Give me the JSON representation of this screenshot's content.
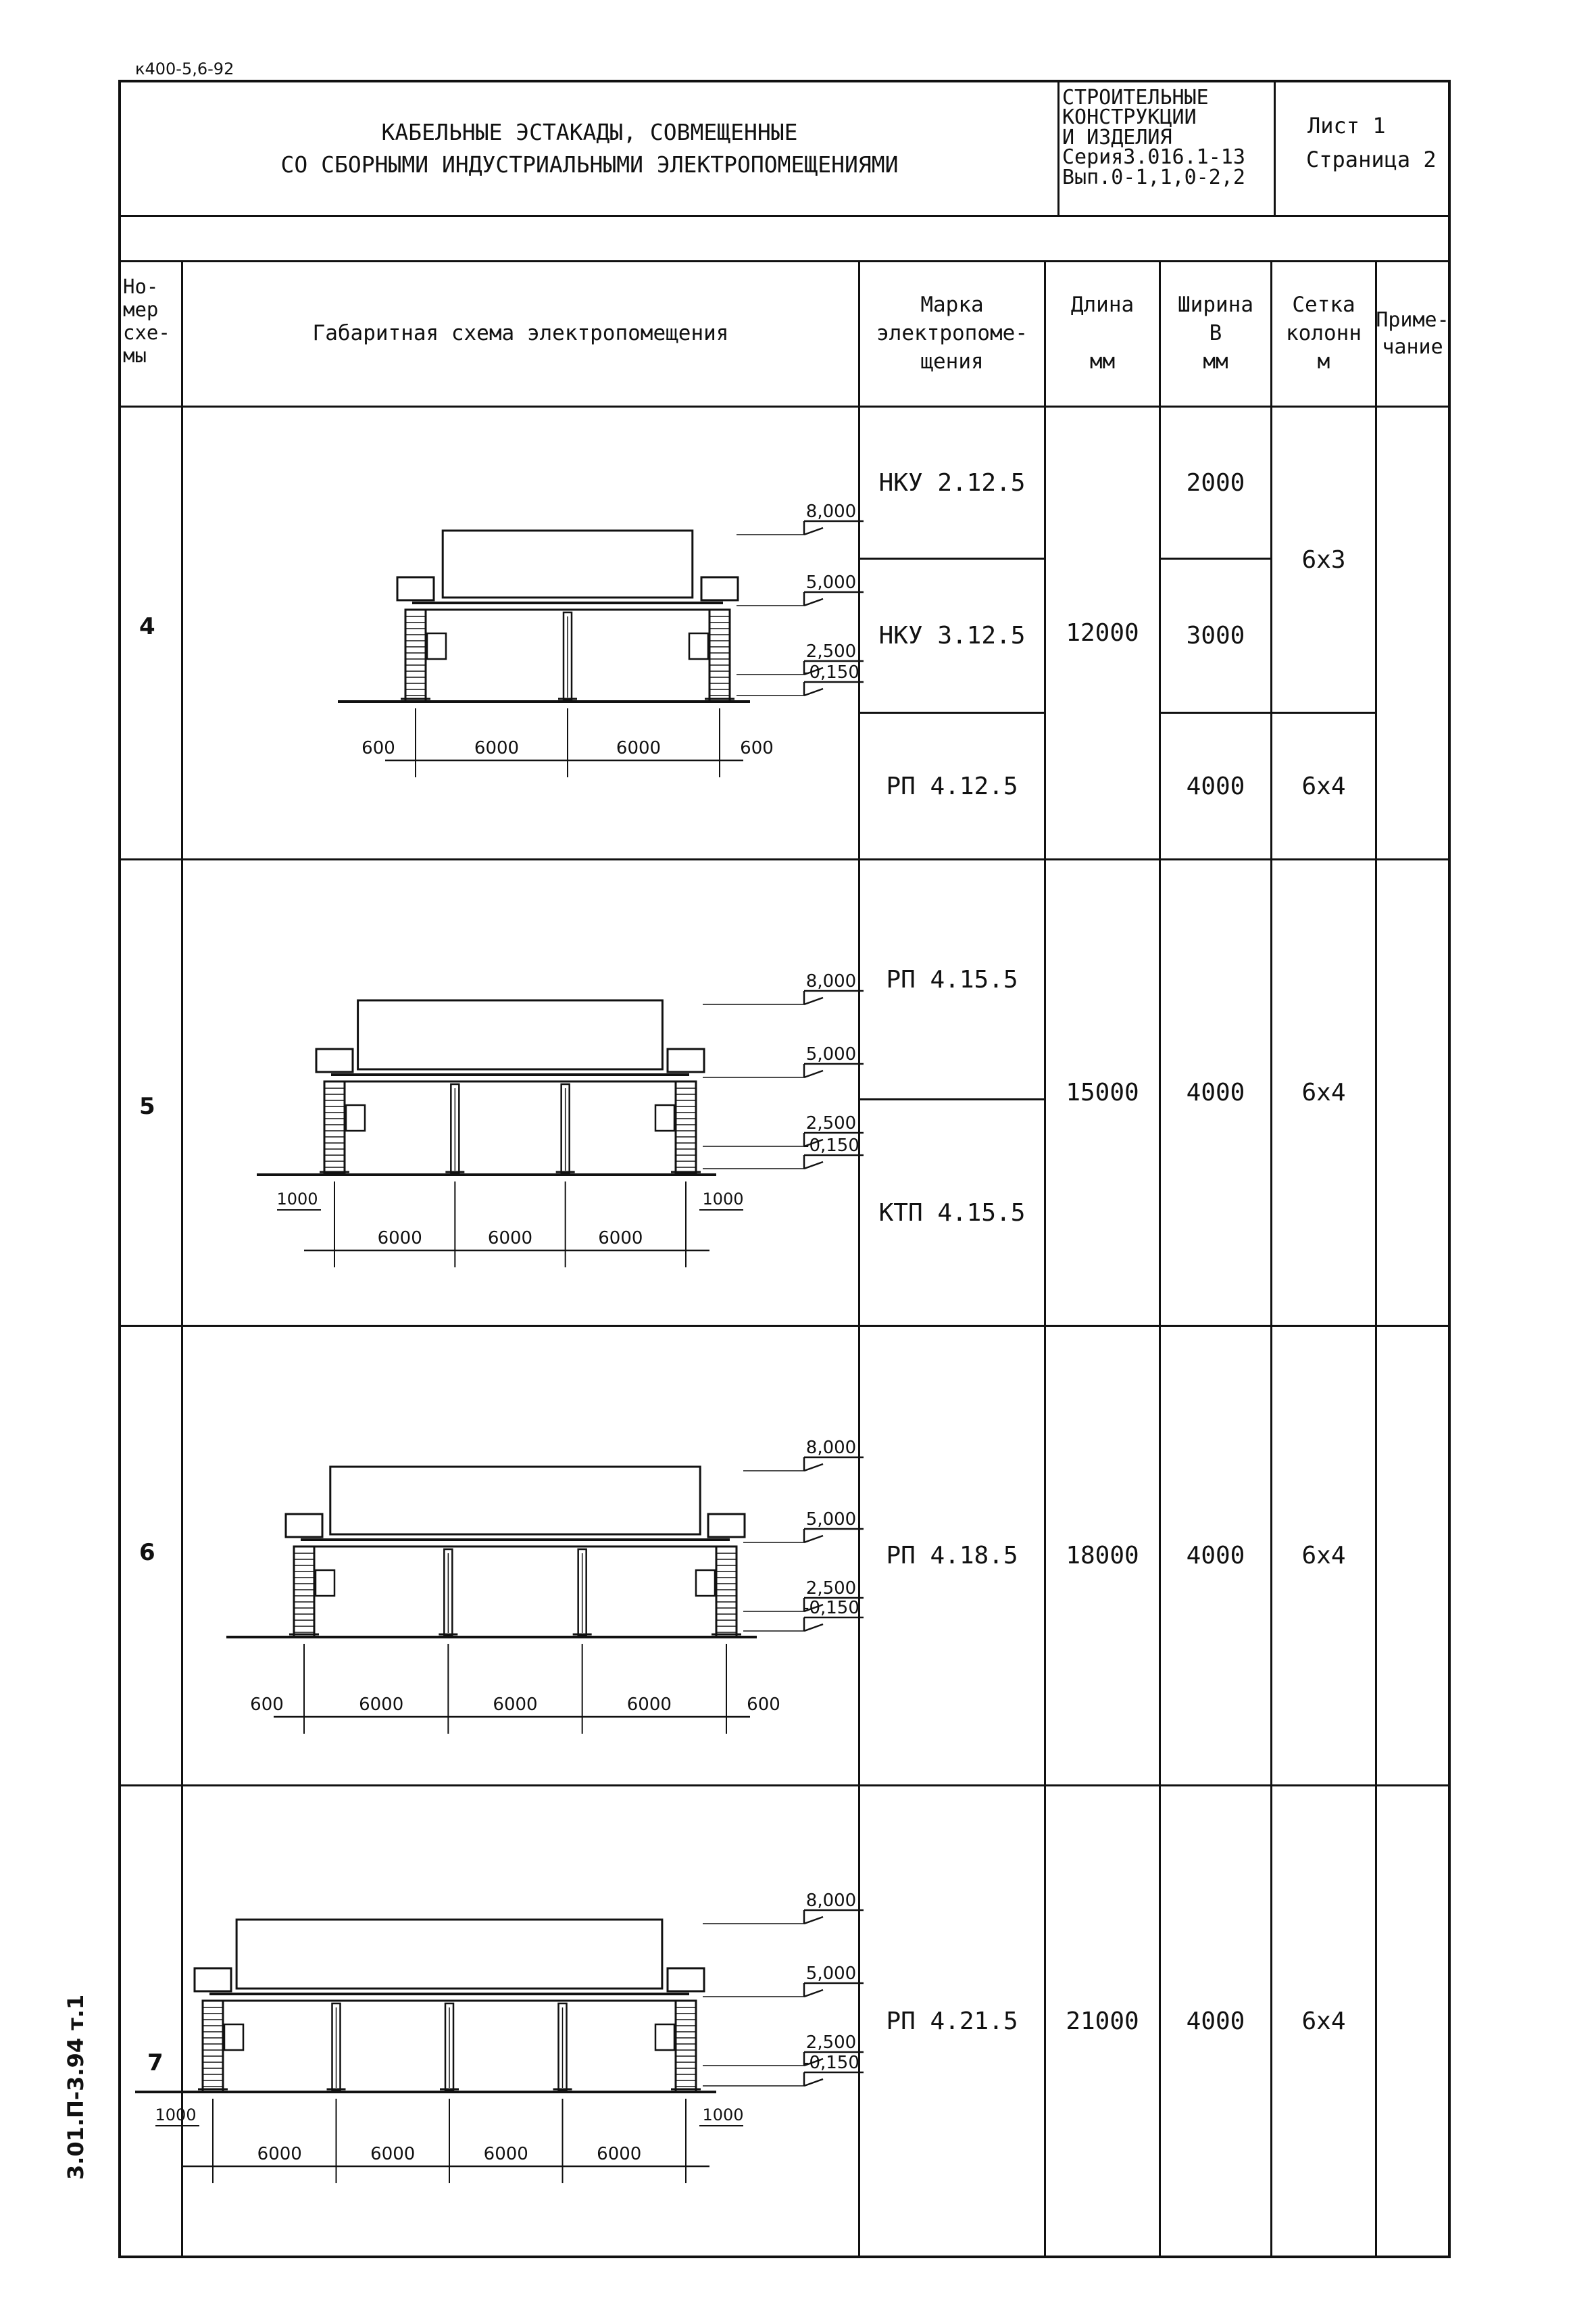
{
  "doc_code": "к400-5,6-92",
  "side_code": "3.01.П-3.94 т.1",
  "title": {
    "line1": "КАБЕЛЬНЫЕ ЭСТАКАДЫ, СОВМЕЩЕННЫЕ",
    "line2": "СО СБОРНЫМИ ИНДУСТРИАЛЬНЫМИ ЭЛЕКТРОПОМЕЩЕНИЯМИ"
  },
  "stamp": {
    "line1": "СТРОИТЕЛЬНЫЕ",
    "line2": "КОНСТРУКЦИИ",
    "line3": "И ИЗДЕЛИЯ",
    "line4": "Серия3.016.1-13",
    "line5": "Вып.0-1,1,0-2,2",
    "sheet": "Лист 1",
    "page": "Страница 2"
  },
  "headers": {
    "num": "Но-\nмер\nсхе-\nмы",
    "scheme": "Габаритная схема электропомещения",
    "mark": "Марка\nэлектропоме-\nщения",
    "length": "Длина\n\nмм",
    "width": "Ширина\nВ\nмм",
    "grid": "Сетка\nколонн\nм",
    "note": "Приме-\nчание"
  },
  "rows": [
    {
      "num": "4",
      "length": "12000",
      "marks": [
        "НКУ 2.12.5",
        "НКУ 3.12.5",
        "РП 4.12.5"
      ],
      "widths": [
        "2000",
        "3000",
        "4000"
      ],
      "grids": [
        "6х3",
        "6х4"
      ],
      "diagram": {
        "elevations": [
          "8,000",
          "5,000",
          "2,500",
          "-0,150"
        ],
        "dims": [
          "600",
          "6000",
          "6000",
          "600"
        ]
      }
    },
    {
      "num": "5",
      "length": "15000",
      "marks": [
        "РП 4.15.5",
        "КТП 4.15.5"
      ],
      "widths": [
        "4000"
      ],
      "grids": [
        "6х4"
      ],
      "diagram": {
        "elevations": [
          "8,000",
          "5,000",
          "2,500",
          "-0,150"
        ],
        "side_dims": [
          "1000",
          "1000"
        ],
        "dims": [
          "6000",
          "6000",
          "6000"
        ]
      }
    },
    {
      "num": "6",
      "length": "18000",
      "marks": [
        "РП 4.18.5"
      ],
      "widths": [
        "4000"
      ],
      "grids": [
        "6х4"
      ],
      "diagram": {
        "elevations": [
          "8,000",
          "5,000",
          "2,500",
          "-0,150"
        ],
        "dims": [
          "600",
          "6000",
          "6000",
          "6000",
          "600"
        ]
      }
    },
    {
      "num": "7",
      "length": "21000",
      "marks": [
        "РП 4.21.5"
      ],
      "widths": [
        "4000"
      ],
      "grids": [
        "6х4"
      ],
      "diagram": {
        "elevations": [
          "8,000",
          "5,000",
          "2,500",
          "-0,150"
        ],
        "side_dims": [
          "1000",
          "1000"
        ],
        "dims": [
          "6000",
          "6000",
          "6000",
          "6000"
        ]
      }
    }
  ]
}
